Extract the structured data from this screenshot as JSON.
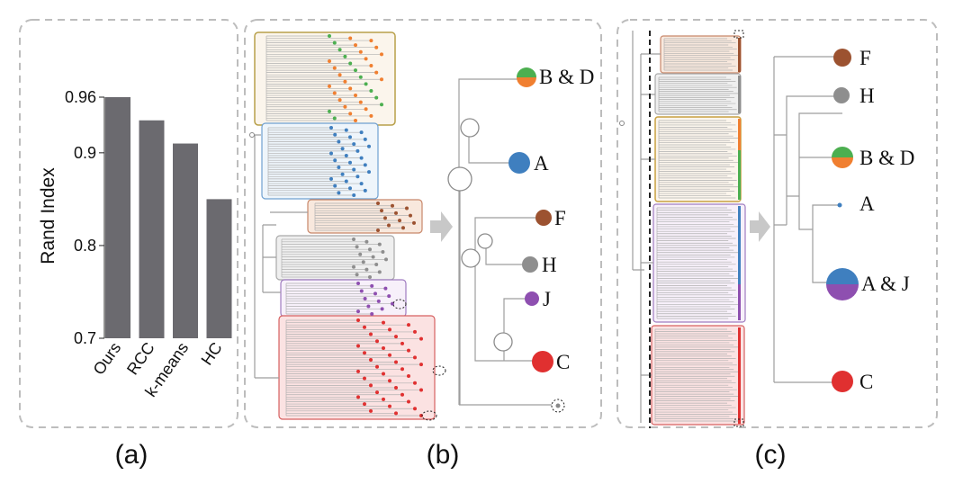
{
  "panels": {
    "a": {
      "caption": "(a)"
    },
    "b": {
      "caption": "(b)"
    },
    "c": {
      "caption": "(c)"
    }
  },
  "chart_data": [
    {
      "type": "bar",
      "ylabel": "Rand Index",
      "xlabel": "",
      "title": "",
      "categories": [
        "Ours",
        "RCC",
        "k-means",
        "HC"
      ],
      "values": [
        0.96,
        0.935,
        0.91,
        0.85
      ],
      "yticks": [
        0.7,
        0.8,
        0.9,
        0.96
      ],
      "ylim": [
        0.7,
        0.96
      ],
      "bar_color": "#6b6a6f",
      "grid": false
    },
    {
      "type": "diagram",
      "description_of_marks": "hierarchical clustering tree with colored clusters, aggregated tree on the right",
      "aggregated_labels": [
        "B & D",
        "A",
        "F",
        "H",
        "J",
        "C"
      ],
      "cluster_colors": {
        "A": "#3f7fbf",
        "B": "#4caf50",
        "C": "#e03030",
        "D": "#f07f30",
        "F": "#9c5230",
        "H": "#8e8e8e",
        "J": "#8e4fb0"
      }
    },
    {
      "type": "diagram",
      "aggregated_labels": [
        "F",
        "H",
        "B & D",
        "A",
        "A & J",
        "C"
      ]
    }
  ]
}
